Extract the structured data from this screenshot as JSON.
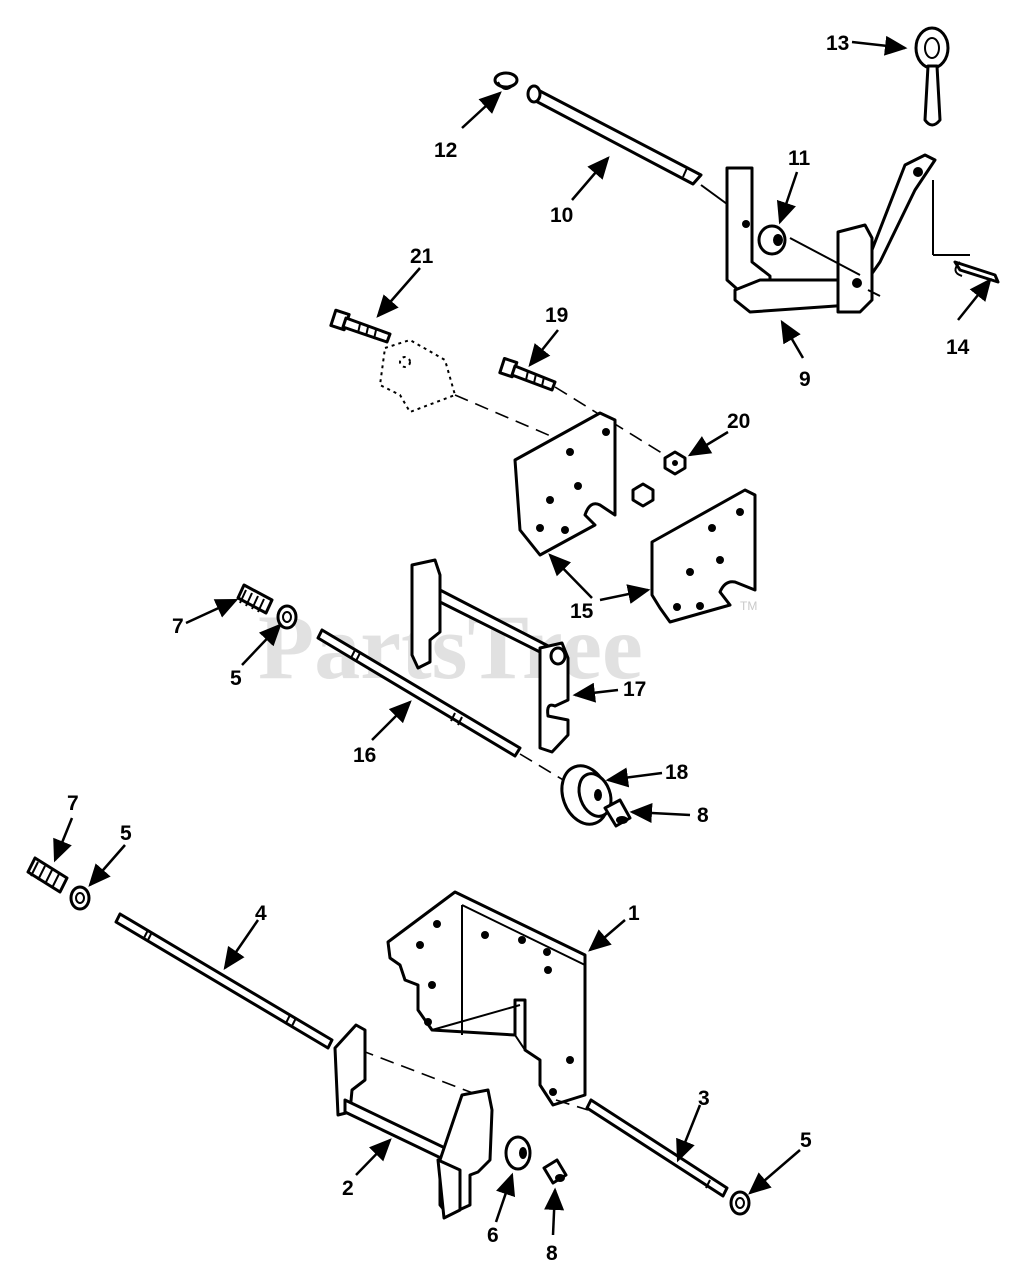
{
  "watermark": {
    "text": "PartsTree",
    "trademark": "TM"
  },
  "callouts": [
    {
      "id": "c1",
      "label": "1"
    },
    {
      "id": "c2",
      "label": "2"
    },
    {
      "id": "c3",
      "label": "3"
    },
    {
      "id": "c4",
      "label": "4"
    },
    {
      "id": "c5a",
      "label": "5"
    },
    {
      "id": "c5b",
      "label": "5"
    },
    {
      "id": "c5c",
      "label": "5"
    },
    {
      "id": "c6",
      "label": "6"
    },
    {
      "id": "c7a",
      "label": "7"
    },
    {
      "id": "c7b",
      "label": "7"
    },
    {
      "id": "c8a",
      "label": "8"
    },
    {
      "id": "c8b",
      "label": "8"
    },
    {
      "id": "c9",
      "label": "9"
    },
    {
      "id": "c10",
      "label": "10"
    },
    {
      "id": "c11",
      "label": "11"
    },
    {
      "id": "c12",
      "label": "12"
    },
    {
      "id": "c13",
      "label": "13"
    },
    {
      "id": "c14",
      "label": "14"
    },
    {
      "id": "c15",
      "label": "15"
    },
    {
      "id": "c16",
      "label": "16"
    },
    {
      "id": "c17",
      "label": "17"
    },
    {
      "id": "c18",
      "label": "18"
    },
    {
      "id": "c19",
      "label": "19"
    },
    {
      "id": "c20",
      "label": "20"
    },
    {
      "id": "c21",
      "label": "21"
    }
  ]
}
